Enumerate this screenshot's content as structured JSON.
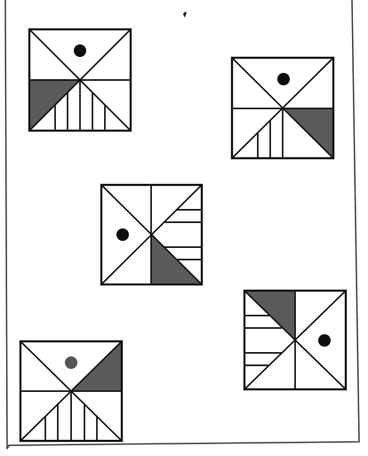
{
  "figure": {
    "tiles": [
      {
        "id": "top-left",
        "dot_color": "#0d0d0d",
        "shade_color": "#5a5a5a"
      },
      {
        "id": "top-right",
        "dot_color": "#0d0d0d",
        "shade_color": "#5a5a5a"
      },
      {
        "id": "center",
        "dot_color": "#0d0d0d",
        "shade_color": "#5a5a5a"
      },
      {
        "id": "mid-right",
        "dot_color": "#0d0d0d",
        "shade_color": "#5a5a5a"
      },
      {
        "id": "bottom-left",
        "dot_color": "#555555",
        "shade_color": "#5a5a5a"
      }
    ]
  }
}
